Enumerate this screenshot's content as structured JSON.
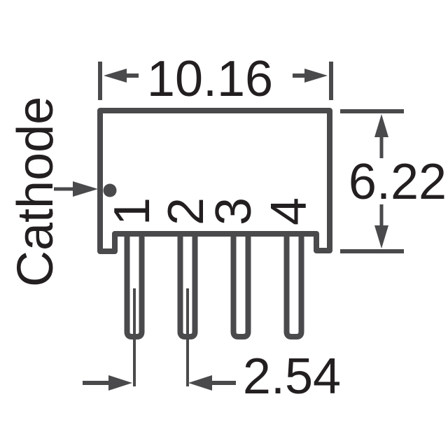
{
  "drawing": {
    "cathode_label": "Cathode",
    "dimensions": {
      "body_width": "10.16",
      "body_height": "6.22",
      "pin_pitch": "2.54"
    },
    "pins": [
      {
        "number": "1"
      },
      {
        "number": "2"
      },
      {
        "number": "3"
      },
      {
        "number": "4"
      }
    ],
    "colors": {
      "line": "#4a4a4c",
      "text": "#231f20",
      "background": "#ffffff"
    }
  }
}
